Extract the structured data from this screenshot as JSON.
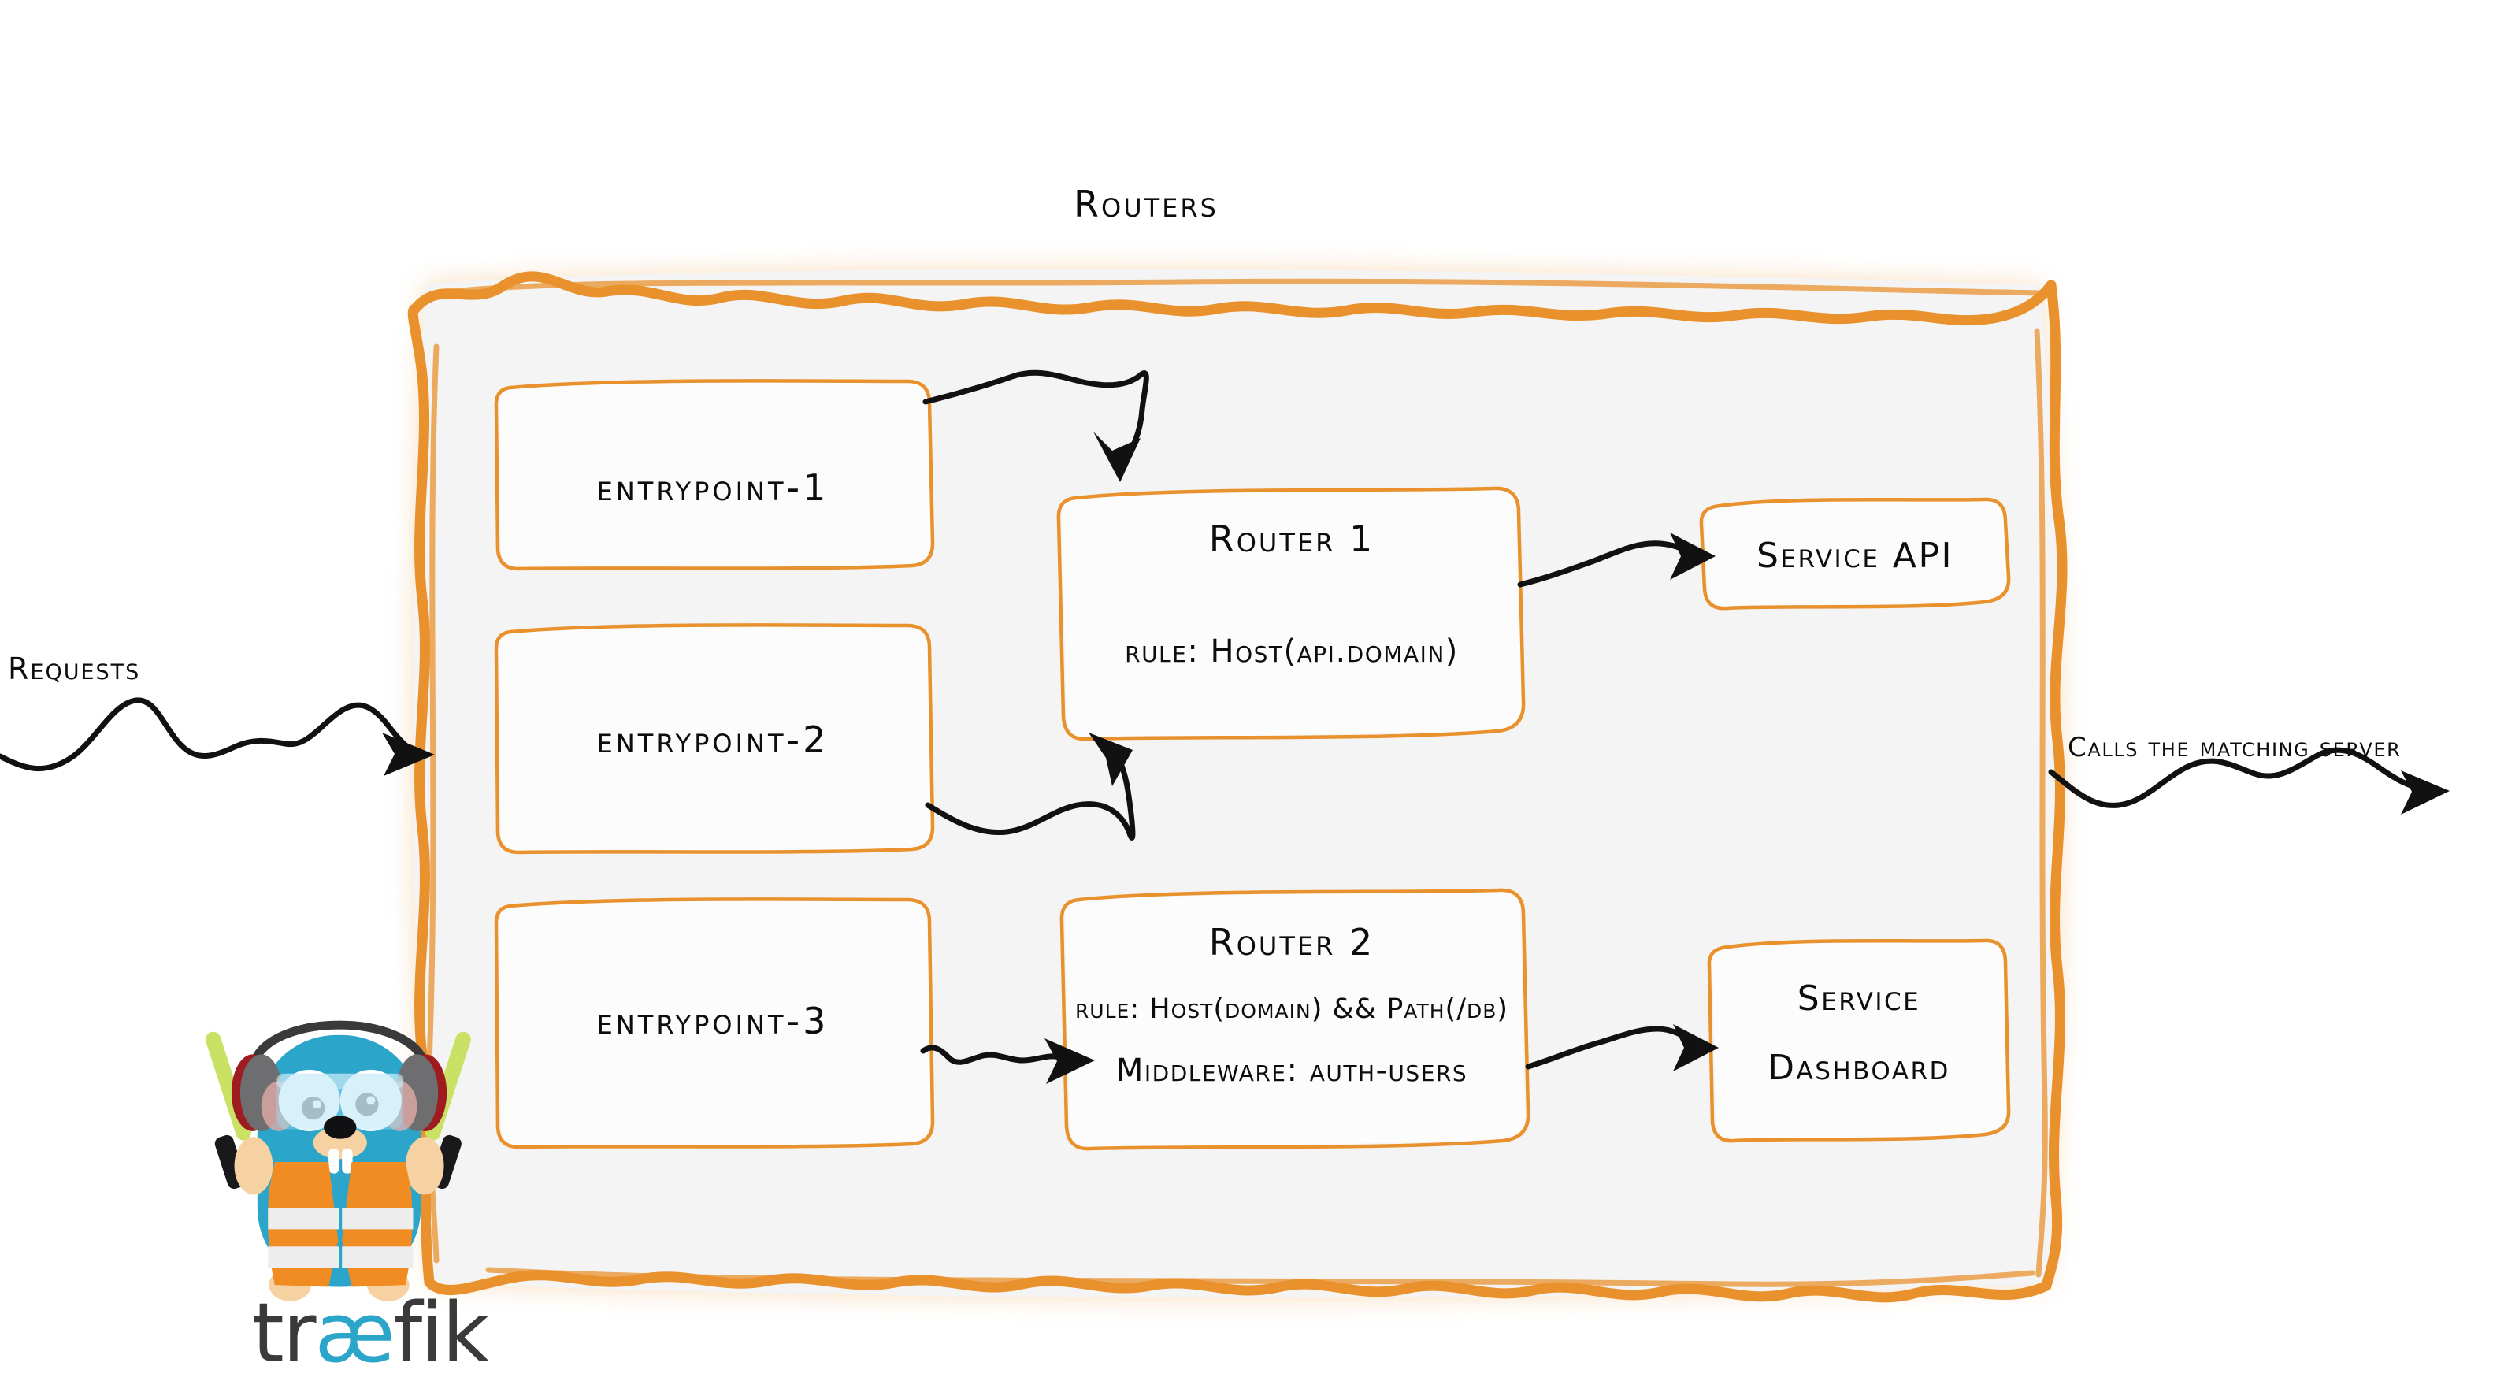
{
  "diagram": {
    "title": "Routers",
    "brand_color": "#E8912D",
    "panel_bg": "#F4F4F4",
    "entrypoints": [
      {
        "label": "entrypoint-1"
      },
      {
        "label": "entrypoint-2"
      },
      {
        "label": "entrypoint-3"
      }
    ],
    "routers": [
      {
        "name": "Router 1",
        "lines": [
          "rule: Host(api.domain)"
        ]
      },
      {
        "name": "Router 2",
        "lines": [
          "rule: Host(domain) && Path(/db)",
          "Middleware: auth-users"
        ]
      }
    ],
    "services": [
      {
        "lines": [
          "Service API"
        ]
      },
      {
        "lines": [
          "Service",
          "Dashboard"
        ]
      }
    ],
    "left_label": "Requests",
    "right_label": "Calls the matching server",
    "logo": {
      "wordmark_prefix": "tr",
      "wordmark_ligature": "æ",
      "wordmark_suffix": "fik",
      "body_color": "#2CA5CB",
      "vest_color": "#F08C22",
      "text_color": "#3A3A3C"
    }
  }
}
